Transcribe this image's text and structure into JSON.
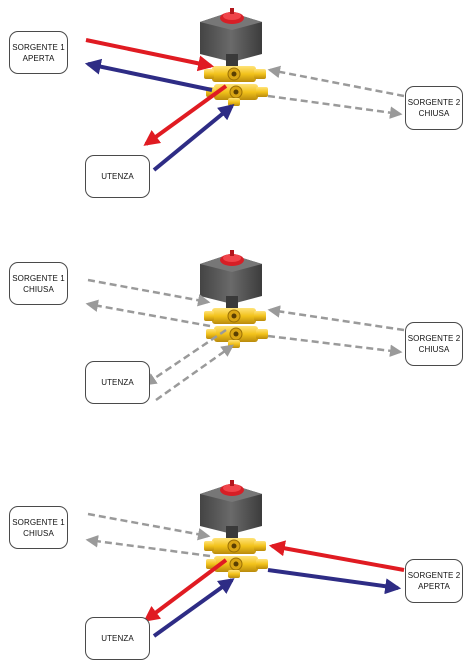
{
  "colors": {
    "hot": "#e01b22",
    "cold": "#2e2c85",
    "idle": "#9a9a9a",
    "brass": "#f2c21b",
    "actuator": "#555555",
    "handle": "#d61f26"
  },
  "panels": [
    {
      "state": "sorgente-1-open",
      "left_box": [
        "SORGENTE 1",
        "APERTA"
      ],
      "right_box": [
        "SORGENTE 2",
        "CHIUSA"
      ],
      "bottom_box": [
        "UTENZA"
      ]
    },
    {
      "state": "both-closed",
      "left_box": [
        "SORGENTE 1",
        "CHIUSA"
      ],
      "right_box": [
        "SORGENTE 2",
        "CHIUSA"
      ],
      "bottom_box": [
        "UTENZA"
      ]
    },
    {
      "state": "sorgente-2-open",
      "left_box": [
        "SORGENTE 1",
        "CHIUSA"
      ],
      "right_box": [
        "SORGENTE 2",
        "APERTA"
      ],
      "bottom_box": [
        "UTENZA"
      ]
    }
  ]
}
